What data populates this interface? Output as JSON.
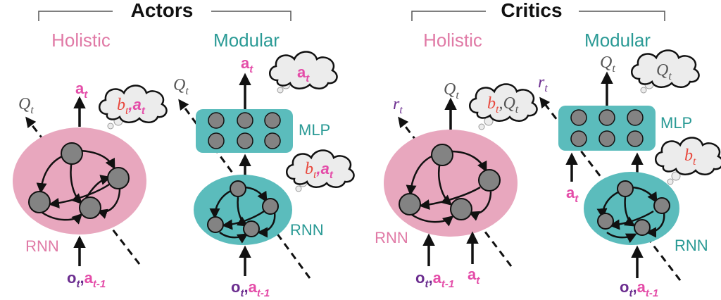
{
  "headers": {
    "actors": "Actors",
    "critics": "Critics"
  },
  "columns": {
    "actor_holistic": "Holistic",
    "actor_modular": "Modular",
    "critic_holistic": "Holistic",
    "critic_modular": "Modular"
  },
  "modules": {
    "rnn": "RNN",
    "mlp": "MLP"
  },
  "symbols": {
    "a": "a",
    "Q": "Q",
    "b": "b",
    "r": "r",
    "o": "o",
    "t": "t",
    "t_minus_1": "t-1",
    "comma": ","
  },
  "colors": {
    "holistic": "#e8a7be",
    "holistic_text": "#e07aa6",
    "modular": "#5bbcbc",
    "modular_text": "#2a9a95",
    "action_pink": "#e44ca8",
    "obs_purple": "#6b2d8f",
    "belief_red": "#e8483d",
    "node_gray": "#838383",
    "cloud_fill": "#ececec"
  }
}
